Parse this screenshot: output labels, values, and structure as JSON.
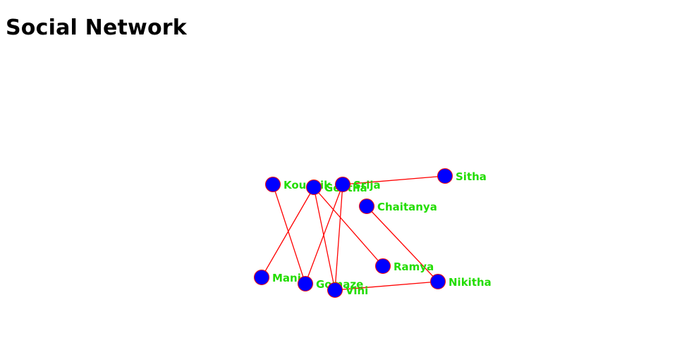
{
  "page": {
    "title": "Social Network"
  },
  "colors": {
    "node_fill": "#0000ff",
    "node_stroke": "#ff0000",
    "edge": "#ff0000",
    "label": "#22dd00",
    "title": "#000000"
  },
  "graph": {
    "nodes": [
      {
        "id": "koushik",
        "label": "Koushik"
      },
      {
        "id": "geetha",
        "label": "Geetha"
      },
      {
        "id": "srija",
        "label": "Srija"
      },
      {
        "id": "sitha",
        "label": "Sitha"
      },
      {
        "id": "chaitanya",
        "label": "Chaitanya"
      },
      {
        "id": "ramya",
        "label": "Ramya"
      },
      {
        "id": "mani",
        "label": "Mani"
      },
      {
        "id": "gomaze",
        "label": "Gomaze"
      },
      {
        "id": "vini",
        "label": "Vini"
      },
      {
        "id": "nikitha",
        "label": "Nikitha"
      }
    ],
    "edges": [
      {
        "source": "koushik",
        "target": "gomaze"
      },
      {
        "source": "geetha",
        "target": "mani"
      },
      {
        "source": "geetha",
        "target": "ramya"
      },
      {
        "source": "geetha",
        "target": "vini"
      },
      {
        "source": "srija",
        "target": "sitha"
      },
      {
        "source": "srija",
        "target": "gomaze"
      },
      {
        "source": "srija",
        "target": "vini"
      },
      {
        "source": "chaitanya",
        "target": "nikitha"
      },
      {
        "source": "vini",
        "target": "nikitha"
      }
    ]
  }
}
